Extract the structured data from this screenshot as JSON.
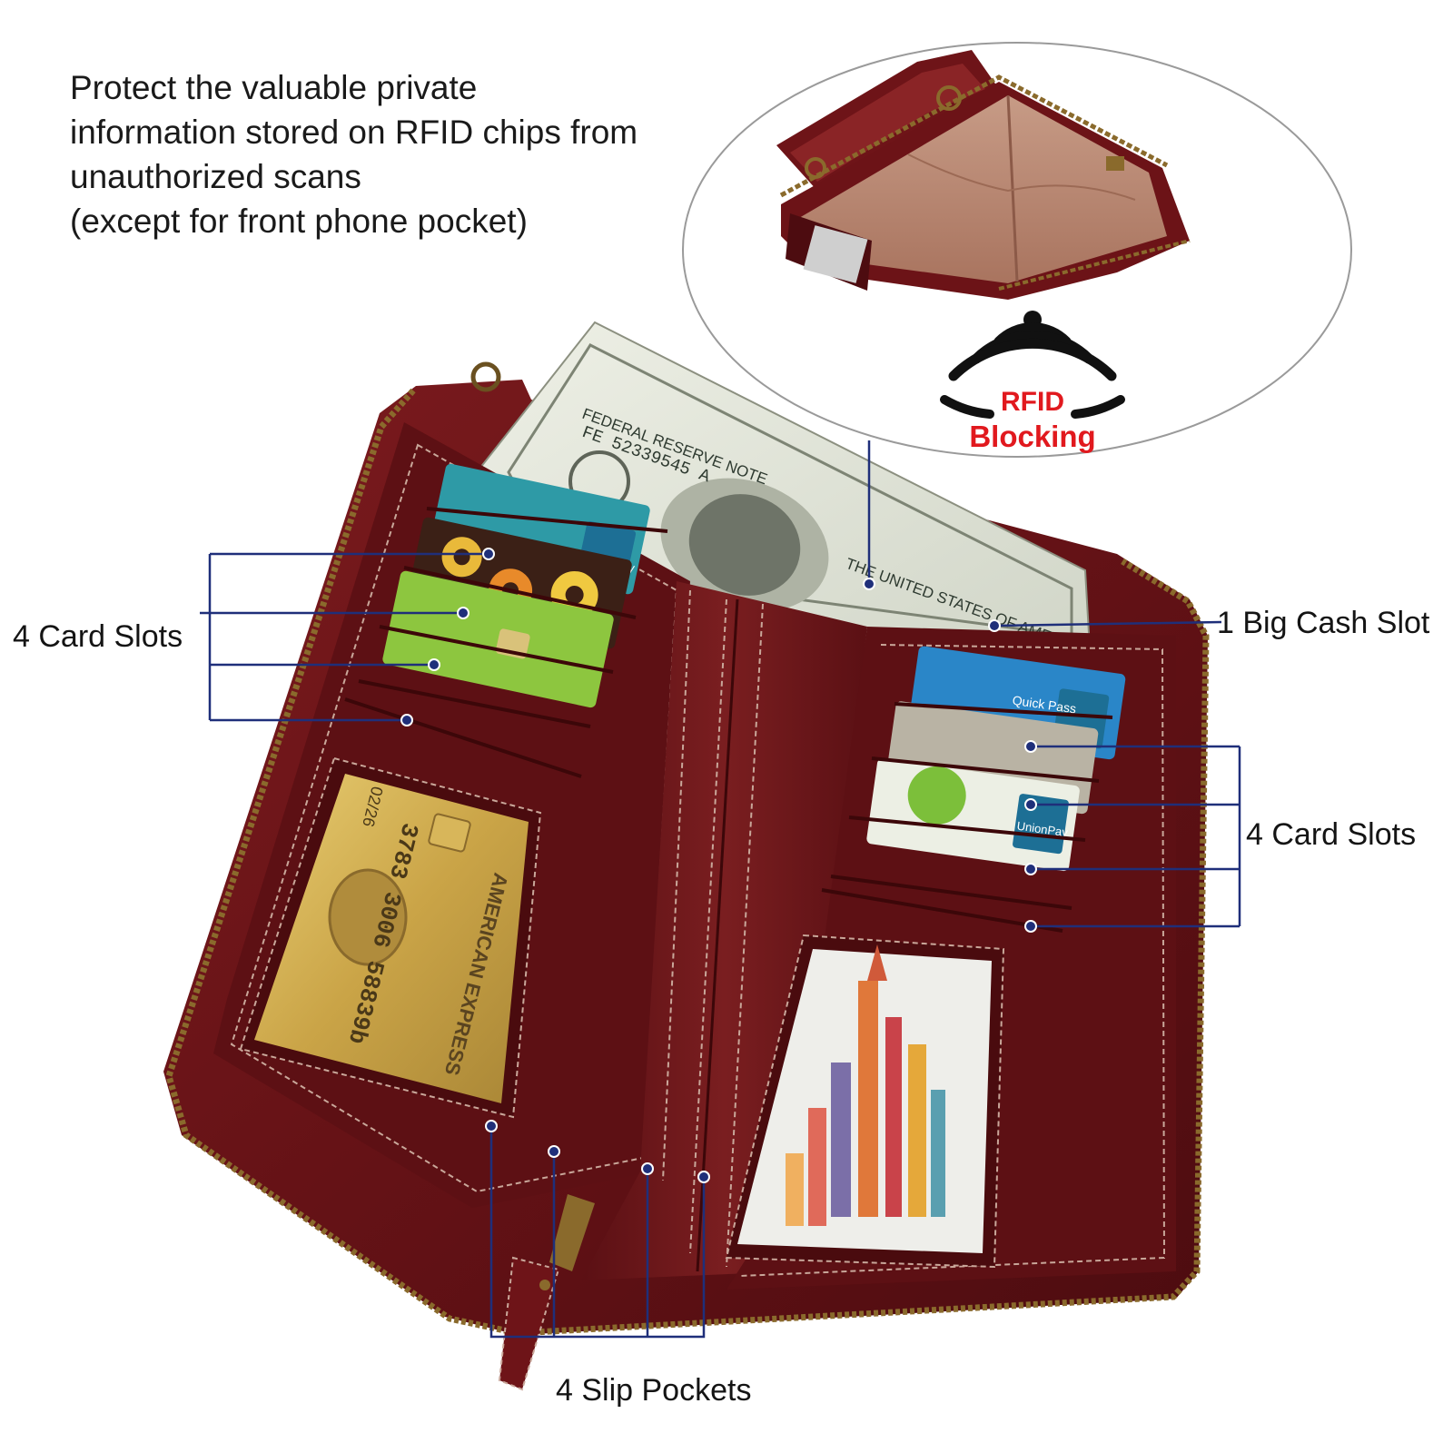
{
  "headline": {
    "lines": [
      "Protect the valuable private",
      "information stored on RFID chips from",
      "unauthorized scans",
      "(except for front phone pocket)"
    ]
  },
  "badge": {
    "line1": "RFID",
    "line2": "Blocking"
  },
  "callouts": {
    "left_card_slots": "4 Card Slots",
    "right_card_slots": "4 Card Slots",
    "cash_slot": "1 Big Cash Slot",
    "slip_pockets": "4 Slip Pockets"
  },
  "cards": {
    "amex_brand": "AMERICAN EXPRESS",
    "amex_number_fragment": "3783 3006 58839b",
    "amex_expiry": "02/26",
    "bill_serial": "FE 52339545 A",
    "bill_reserve": "FEDERAL RESERVE NOTE",
    "bill_country": "THE UNITED STATES OF AMERICA",
    "unionpay": "UnionPay",
    "quickpass": "Quick Pass"
  },
  "colors": {
    "leather": "#6e1418",
    "leather_dark": "#4a0b0e",
    "leather_light": "#8d2a2a",
    "zipper": "#8a6a2c",
    "callout_line": "#1f2f7a",
    "rfid_red": "#e1191e"
  }
}
